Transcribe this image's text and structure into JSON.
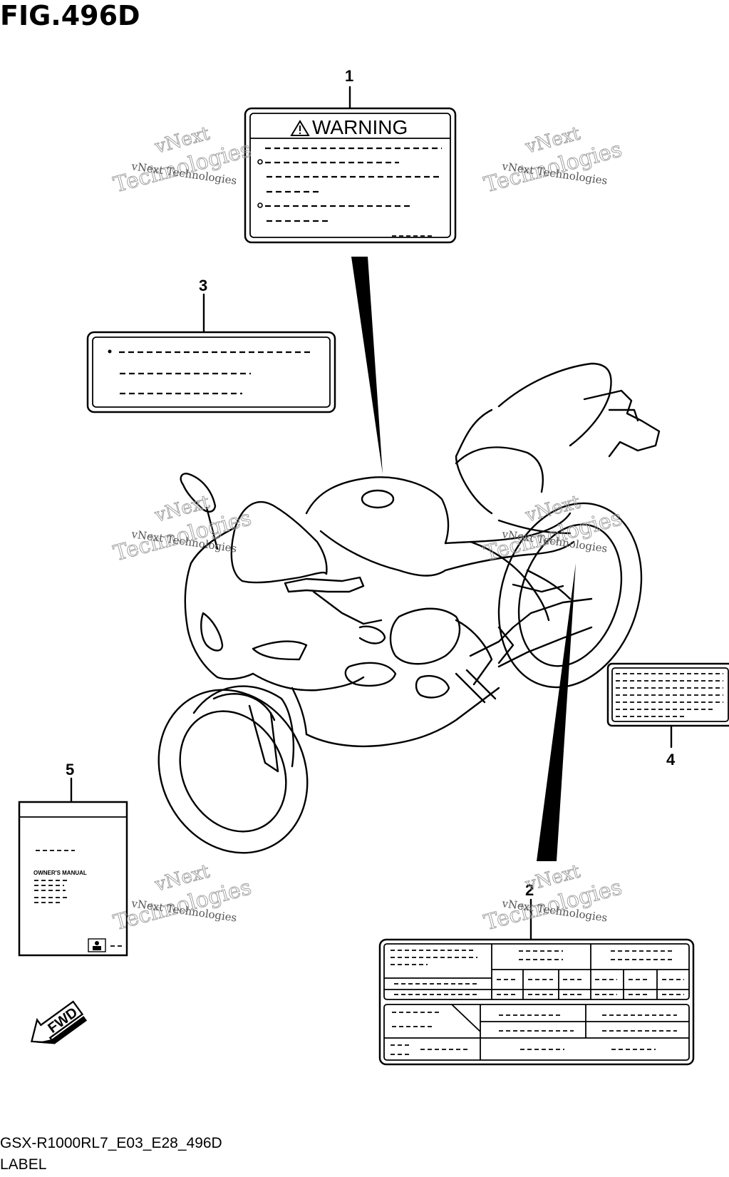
{
  "figure_title": "FIG.496D",
  "footer": {
    "code": "GSX-R1000RL7_E03_E28_496D",
    "name": "LABEL"
  },
  "callouts": [
    "1",
    "2",
    "3",
    "4",
    "5"
  ],
  "warning_label": {
    "heading": "WARNING",
    "icon": "warning-triangle-icon"
  },
  "owners_manual": {
    "title": "OWNER'S MANUAL",
    "icon": "reader-icon"
  },
  "fwd_arrow": "FWD",
  "watermark": {
    "line1": "vNext Technologies",
    "line2": "vNext",
    "line3": "Technologies"
  }
}
